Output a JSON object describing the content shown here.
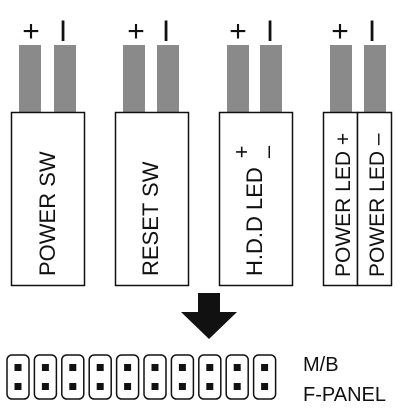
{
  "connectors": [
    {
      "id": "power-sw",
      "pins": [
        "+",
        "I"
      ],
      "label": "POWER SW"
    },
    {
      "id": "reset-sw",
      "pins": [
        "+",
        "I"
      ],
      "label": "RESET SW"
    },
    {
      "id": "hdd-led",
      "pins": [
        "+",
        "I"
      ],
      "label": "H.D.D LED",
      "polarity": [
        "+",
        "–"
      ]
    },
    {
      "id": "power-led",
      "pins": [
        "+",
        "I"
      ],
      "labels": [
        "POWER LED +",
        "POWER LED –"
      ]
    }
  ],
  "header": {
    "top_row_pins": 10,
    "bottom_row_pins": 10,
    "label_line1": "M/B",
    "label_line2": "F-PANEL"
  },
  "colors": {
    "wire": "#8a8a8a",
    "outline": "#111111",
    "arrow": "#111111"
  },
  "arrow_icon": "arrow-down-icon"
}
